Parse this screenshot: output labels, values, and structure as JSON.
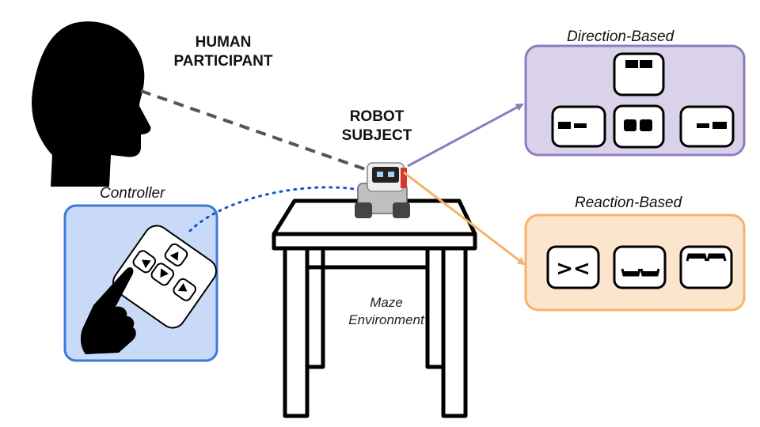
{
  "human": {
    "line1": "HUMAN",
    "line2": "PARTICIPANT"
  },
  "robot": {
    "line1": "ROBOT",
    "line2": "SUBJECT"
  },
  "controller": {
    "label": "Controller"
  },
  "maze": {
    "line1": "Maze",
    "line2": "Environment"
  },
  "direction": {
    "label": "Direction-Based",
    "color": "#8e7cc3",
    "fill": "#d9d2e9"
  },
  "reaction": {
    "label": "Reaction-Based",
    "color": "#f6b26b",
    "fill": "#fce5cd"
  },
  "controller_box": {
    "color": "#3c78d8",
    "fill": "#c9daf8"
  },
  "face_glyphs": {
    "angry": "><"
  }
}
